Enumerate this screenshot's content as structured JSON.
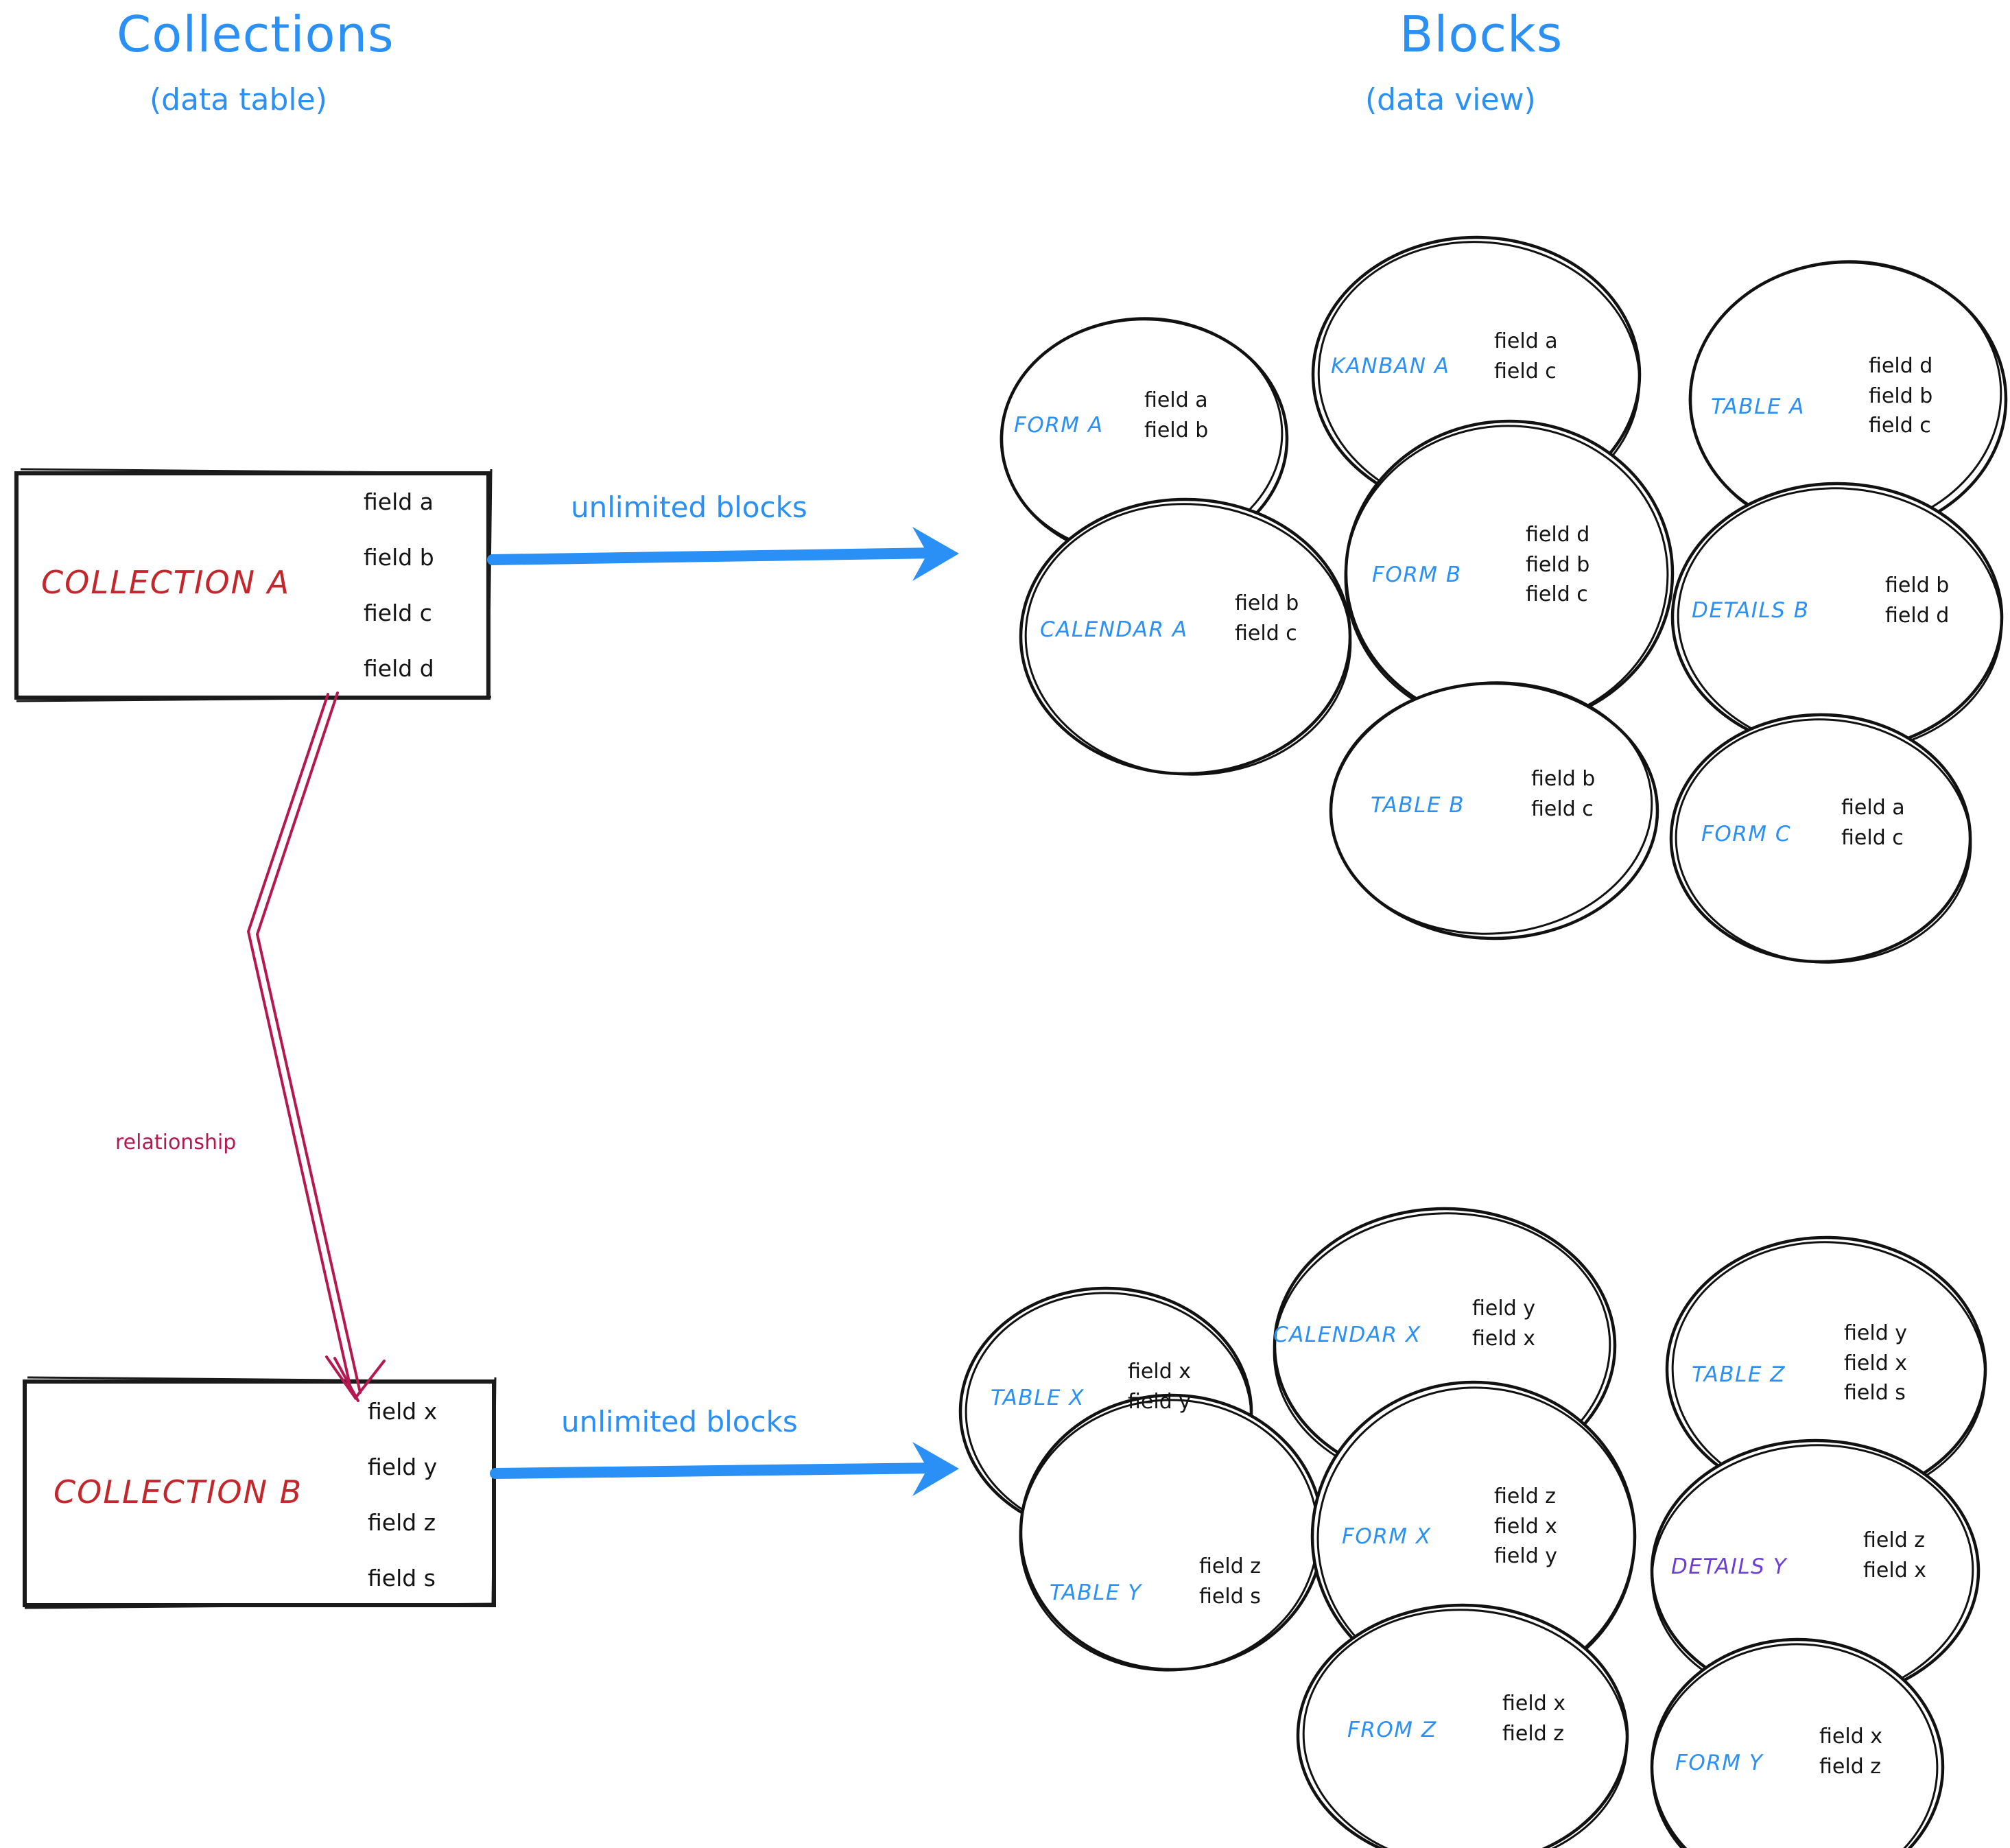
{
  "headings": {
    "left_title": "Collections",
    "left_subtitle": "(data table)",
    "right_title": "Blocks",
    "right_subtitle": "(data view)"
  },
  "colors": {
    "accent_blue": "#2a90f5",
    "collection_red": "#c3272b",
    "relationship_crimson": "#b5184e",
    "details_purple": "#6b3fd4",
    "ink_black": "#141414",
    "background": "#ffffff"
  },
  "collections": [
    {
      "id": "collection-a",
      "name": "COLLECTION A",
      "fields": [
        "field a",
        "field b",
        "field c",
        "field d"
      ],
      "arrow_label": "unlimited blocks"
    },
    {
      "id": "collection-b",
      "name": "COLLECTION B",
      "fields": [
        "field x",
        "field y",
        "field z",
        "field s"
      ],
      "arrow_label": "unlimited blocks"
    }
  ],
  "relationship": {
    "label": "relationship",
    "from": "COLLECTION A.field d",
    "to": "COLLECTION B.field x"
  },
  "blocks_a": [
    {
      "name": "FORM A",
      "color": "#2a90f5",
      "fields": [
        "field a",
        "field b"
      ]
    },
    {
      "name": "KANBAN A",
      "color": "#2a90f5",
      "fields": [
        "field a",
        "field c"
      ]
    },
    {
      "name": "TABLE A",
      "color": "#2a90f5",
      "fields": [
        "field d",
        "field b",
        "field c"
      ]
    },
    {
      "name": "CALENDAR A",
      "color": "#2a90f5",
      "fields": [
        "field b",
        "field c"
      ]
    },
    {
      "name": "FORM B",
      "color": "#2a90f5",
      "fields": [
        "field d",
        "field b",
        "field c"
      ]
    },
    {
      "name": "DETAILS B",
      "color": "#2a90f5",
      "fields": [
        "field b",
        "field d"
      ]
    },
    {
      "name": "TABLE B",
      "color": "#2a90f5",
      "fields": [
        "field b",
        "field c"
      ]
    },
    {
      "name": "FORM C",
      "color": "#2a90f5",
      "fields": [
        "field a",
        "field c"
      ]
    }
  ],
  "blocks_b": [
    {
      "name": "TABLE X",
      "color": "#2a90f5",
      "fields": [
        "field x",
        "field y"
      ]
    },
    {
      "name": "CALENDAR X",
      "color": "#2a90f5",
      "fields": [
        "field y",
        "field x"
      ]
    },
    {
      "name": "TABLE Z",
      "color": "#2a90f5",
      "fields": [
        "field y",
        "field x",
        "field s"
      ]
    },
    {
      "name": "TABLE Y",
      "color": "#2a90f5",
      "fields": [
        "field z",
        "field s"
      ]
    },
    {
      "name": "FORM X",
      "color": "#2a90f5",
      "fields": [
        "field z",
        "field x",
        "field y"
      ]
    },
    {
      "name": "DETAILS Y",
      "color": "#6b3fd4",
      "fields": [
        "field z",
        "field x"
      ]
    },
    {
      "name": "FROM Z",
      "color": "#2a90f5",
      "fields": [
        "field x",
        "field z"
      ]
    },
    {
      "name": "FORM Y",
      "color": "#2a90f5",
      "fields": [
        "field x",
        "field z"
      ]
    }
  ]
}
